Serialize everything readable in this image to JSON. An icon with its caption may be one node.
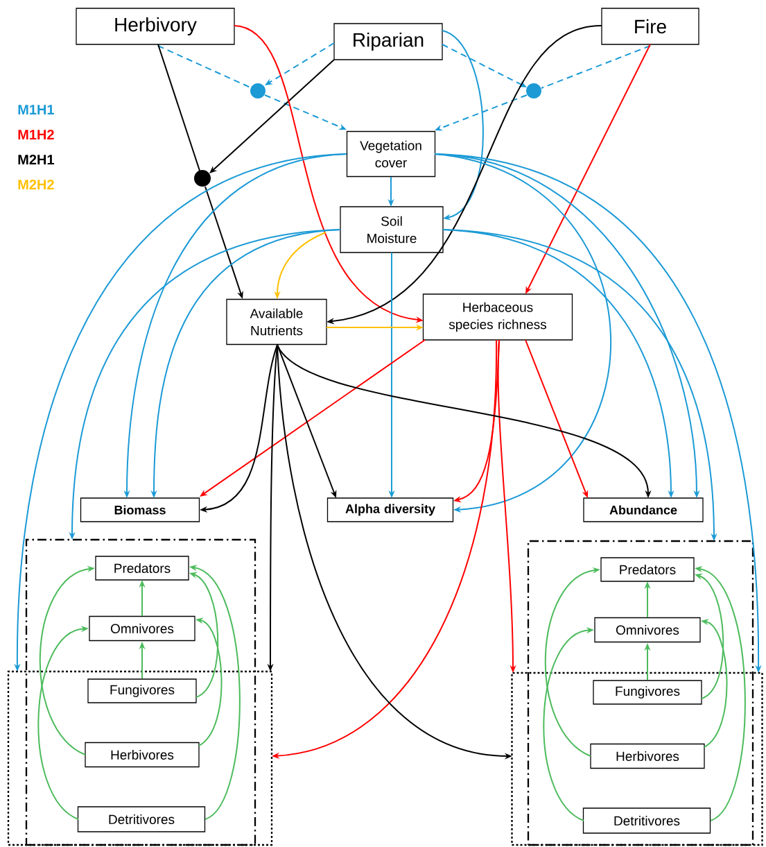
{
  "diagram": {
    "nodes": [
      {
        "text": [
          "Herbivory"
        ]
      },
      {
        "text": [
          "Riparian"
        ]
      },
      {
        "text": [
          "Fire"
        ]
      },
      {
        "text": [],
        "shape": "circle"
      },
      {
        "text": [],
        "shape": "circle"
      },
      {
        "text": [],
        "shape": "circle"
      },
      {
        "text": [
          "Vegetation cover"
        ]
      },
      {
        "text": [
          "Soil Moisture"
        ]
      },
      {
        "text": [
          "Available Nutrients"
        ]
      },
      {
        "text": [
          "Herbaceous species richness"
        ]
      },
      {
        "text": [
          "Biomass"
        ]
      },
      {
        "text": [
          "Alpha diversity"
        ]
      },
      {
        "text": [
          "Abundance"
        ]
      },
      {
        "text": [],
        "shape": "box"
      },
      {
        "text": [],
        "shape": "box"
      },
      {
        "text": [
          "Predators"
        ],
        "in": 13
      },
      {
        "text": [
          "Omnivores"
        ],
        "in": 13
      },
      {
        "text": [
          "Fungivores"
        ],
        "in": 14
      },
      {
        "text": [
          "Herbivores"
        ],
        "in": 14
      },
      {
        "text": [
          "Detritivores"
        ],
        "in": 14
      },
      {
        "text": [],
        "shape": "box"
      },
      {
        "text": [],
        "shape": "box"
      },
      {
        "text": [
          "Predators"
        ],
        "in": 20
      },
      {
        "text": [
          "Omnivores"
        ],
        "in": 20
      },
      {
        "text": [
          "Fungivores"
        ],
        "in": 21
      },
      {
        "text": [
          "Herbivores"
        ],
        "in": 21
      },
      {
        "text": [
          "Detritivores"
        ],
        "in": 21
      }
    ],
    "edges": [
      {
        "from": 0,
        "to": 3,
        "arrow": "none",
        "style": "dashed",
        "color": "#1b9ad6"
      },
      {
        "from": 1,
        "to": 3,
        "arrow": "to",
        "style": "dashed",
        "color": "#1b9ad6"
      },
      {
        "from": 3,
        "to": 6,
        "arrow": "to",
        "style": "dashed",
        "color": "#1b9ad6"
      },
      {
        "from": 1,
        "to": 4,
        "arrow": "to",
        "style": "dashed",
        "color": "#1b9ad6"
      },
      {
        "from": 2,
        "to": 4,
        "arrow": "none",
        "style": "dashed",
        "color": "#1b9ad6"
      },
      {
        "from": 4,
        "to": 6,
        "arrow": "to",
        "style": "dashed",
        "color": "#1b9ad6"
      },
      {
        "from": 0,
        "to": 5,
        "arrow": "none",
        "color": "#000000"
      },
      {
        "from": 1,
        "to": 5,
        "arrow": "to",
        "color": "#000000"
      },
      {
        "from": 5,
        "to": 8,
        "arrow": "to",
        "color": "#000000"
      },
      {
        "from": 0,
        "to": 9,
        "arrow": "to",
        "color": "#ff0000"
      },
      {
        "from": 1,
        "to": 7,
        "arrow": "to",
        "color": "#1b9ad6"
      },
      {
        "from": 2,
        "to": 8,
        "arrow": "to",
        "color": "#000000"
      },
      {
        "from": 2,
        "to": 9,
        "arrow": "to",
        "color": "#ff0000"
      },
      {
        "from": 6,
        "to": 7,
        "arrow": "to",
        "color": "#1b9ad6"
      },
      {
        "from": 6,
        "to": 10,
        "arrow": "to",
        "color": "#1b9ad6"
      },
      {
        "from": 6,
        "to": 14,
        "arrow": "to",
        "color": "#1b9ad6"
      },
      {
        "from": 6,
        "to": 12,
        "arrow": "to",
        "color": "#1b9ad6"
      },
      {
        "from": 6,
        "to": 21,
        "arrow": "to",
        "color": "#1b9ad6"
      },
      {
        "from": 6,
        "to": 11,
        "arrow": "to",
        "color": "#1b9ad6"
      },
      {
        "from": 7,
        "to": 13,
        "arrow": "to",
        "color": "#1b9ad6"
      },
      {
        "from": 7,
        "to": 10,
        "arrow": "to",
        "color": "#1b9ad6"
      },
      {
        "from": 7,
        "to": 11,
        "arrow": "to",
        "color": "#1b9ad6"
      },
      {
        "from": 7,
        "to": 12,
        "arrow": "to",
        "color": "#1b9ad6"
      },
      {
        "from": 7,
        "to": 20,
        "arrow": "to",
        "color": "#1b9ad6"
      },
      {
        "from": 7,
        "to": 8,
        "arrow": "to",
        "color": "#ffc000"
      },
      {
        "from": 8,
        "to": 9,
        "arrow": "to",
        "color": "#ffc000"
      },
      {
        "from": 9,
        "to": 10,
        "arrow": "to",
        "color": "#ff0000"
      },
      {
        "from": 9,
        "to": 11,
        "arrow": "to",
        "color": "#ff0000"
      },
      {
        "from": 9,
        "to": 21,
        "arrow": "to",
        "color": "#ff0000"
      },
      {
        "from": 9,
        "to": 14,
        "arrow": "to",
        "color": "#ff0000"
      },
      {
        "from": 9,
        "to": 12,
        "arrow": "to",
        "color": "#ff0000"
      },
      {
        "from": 8,
        "to": 10,
        "arrow": "to",
        "color": "#000000"
      },
      {
        "from": 8,
        "to": 11,
        "arrow": "to",
        "color": "#000000"
      },
      {
        "from": 8,
        "to": 14,
        "arrow": "to",
        "color": "#000000"
      },
      {
        "from": 8,
        "to": 21,
        "arrow": "to",
        "color": "#000000"
      },
      {
        "from": 8,
        "to": 12,
        "arrow": "to",
        "color": "#000000"
      },
      {
        "from": 16,
        "to": 15,
        "arrow": "to",
        "color": "#4cbb5c"
      },
      {
        "from": 17,
        "to": 16,
        "arrow": "to",
        "color": "#4cbb5c"
      },
      {
        "from": 18,
        "to": 15,
        "arrow": "to",
        "color": "#4cbb5c"
      },
      {
        "from": 19,
        "to": 16,
        "arrow": "to",
        "color": "#4cbb5c"
      },
      {
        "from": 17,
        "to": 15,
        "arrow": "to",
        "color": "#4cbb5c"
      },
      {
        "from": 18,
        "to": 16,
        "arrow": "to",
        "color": "#4cbb5c"
      },
      {
        "from": 19,
        "to": 15,
        "arrow": "to",
        "color": "#4cbb5c"
      },
      {
        "from": 23,
        "to": 22,
        "arrow": "to",
        "color": "#4cbb5c"
      },
      {
        "from": 24,
        "to": 23,
        "arrow": "to",
        "color": "#4cbb5c"
      },
      {
        "from": 25,
        "to": 22,
        "arrow": "to",
        "color": "#4cbb5c"
      },
      {
        "from": 26,
        "to": 23,
        "arrow": "to",
        "color": "#4cbb5c"
      },
      {
        "from": 24,
        "to": 22,
        "arrow": "to",
        "color": "#4cbb5c"
      },
      {
        "from": 25,
        "to": 23,
        "arrow": "to",
        "color": "#4cbb5c"
      },
      {
        "from": 26,
        "to": 22,
        "arrow": "to",
        "color": "#4cbb5c"
      }
    ],
    "legend": [
      {
        "text": "M1H1",
        "color": "#1b9ad6"
      },
      {
        "text": "M1H2",
        "color": "#ff0000"
      },
      {
        "text": "M2H1",
        "color": "#000000"
      },
      {
        "text": "M2H2",
        "color": "#ffc000"
      }
    ]
  }
}
